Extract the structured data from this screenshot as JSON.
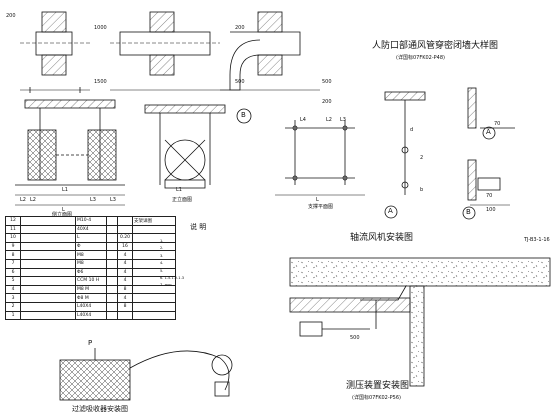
{
  "dims": {
    "d1": "200",
    "d2": "1000",
    "d3": "1500",
    "d4": "200",
    "d5": "500",
    "d6": "500",
    "d7": "200",
    "d8": "L1",
    "d9": "L2",
    "d10": "L3",
    "d11": "L4",
    "d12": "L",
    "d13": "d",
    "d14": "70",
    "d15": "70",
    "d16": "100",
    "d17": "L1",
    "d18": "L2",
    "d19": "L3",
    "d20": "L2",
    "d21": "L3",
    "d22": "L",
    "d23": "b",
    "d24": "2",
    "d25": "500"
  },
  "labels": {
    "callout_a": "A",
    "callout_b": "B",
    "callout_a2": "A",
    "callout_b2": "B",
    "small_view1": "侧立面图",
    "small_view2": "正立面图",
    "small_view3": "支撑平面图",
    "p_symbol": "P"
  },
  "titles": {
    "duct_wall_title": "人防口部通风管穿密闭墙大样图",
    "duct_wall_ref": "(详国标07FK02-P48)",
    "axial_fan_title": "轴流风机安装图",
    "pressure_title": "测压装置安装图",
    "pressure_ref": "(详国标07FK02-P56)",
    "filter_title": "过滤吸收器安装图",
    "notes_title": "说  明",
    "side_code": "TJ-B3-1-16"
  },
  "table": {
    "rows": [
      [
        "12",
        "",
        "M10-4",
        "",
        "",
        "支架详图"
      ],
      [
        "11",
        "",
        "40X4",
        "",
        "",
        ""
      ],
      [
        "10",
        "",
        "L",
        "",
        "0.20",
        ""
      ],
      [
        "9",
        "",
        "Φ",
        "",
        "16",
        ""
      ],
      [
        "8",
        "",
        "M8",
        "",
        "4",
        ""
      ],
      [
        "7",
        "",
        "M8",
        "",
        "4",
        ""
      ],
      [
        "6",
        "",
        "Φ6",
        "",
        "4",
        ""
      ],
      [
        "5",
        "",
        "CCM 10 H",
        "",
        "4",
        ""
      ],
      [
        "4",
        "",
        "M8 M",
        "",
        "8",
        ""
      ],
      [
        "3",
        "",
        "Φ8 M",
        "",
        "4",
        ""
      ],
      [
        "2",
        "",
        "L40X4",
        "",
        "8",
        ""
      ],
      [
        "1",
        "",
        "L40X4",
        "",
        "",
        ""
      ]
    ]
  },
  "notes": {
    "lines": [
      "1.",
      "2.",
      "3.",
      "4.",
      "5.",
      "6. 1.5.1.2.1.3",
      "7. mm"
    ]
  },
  "colors": {
    "line": "#111111",
    "hatch": "#333333"
  }
}
